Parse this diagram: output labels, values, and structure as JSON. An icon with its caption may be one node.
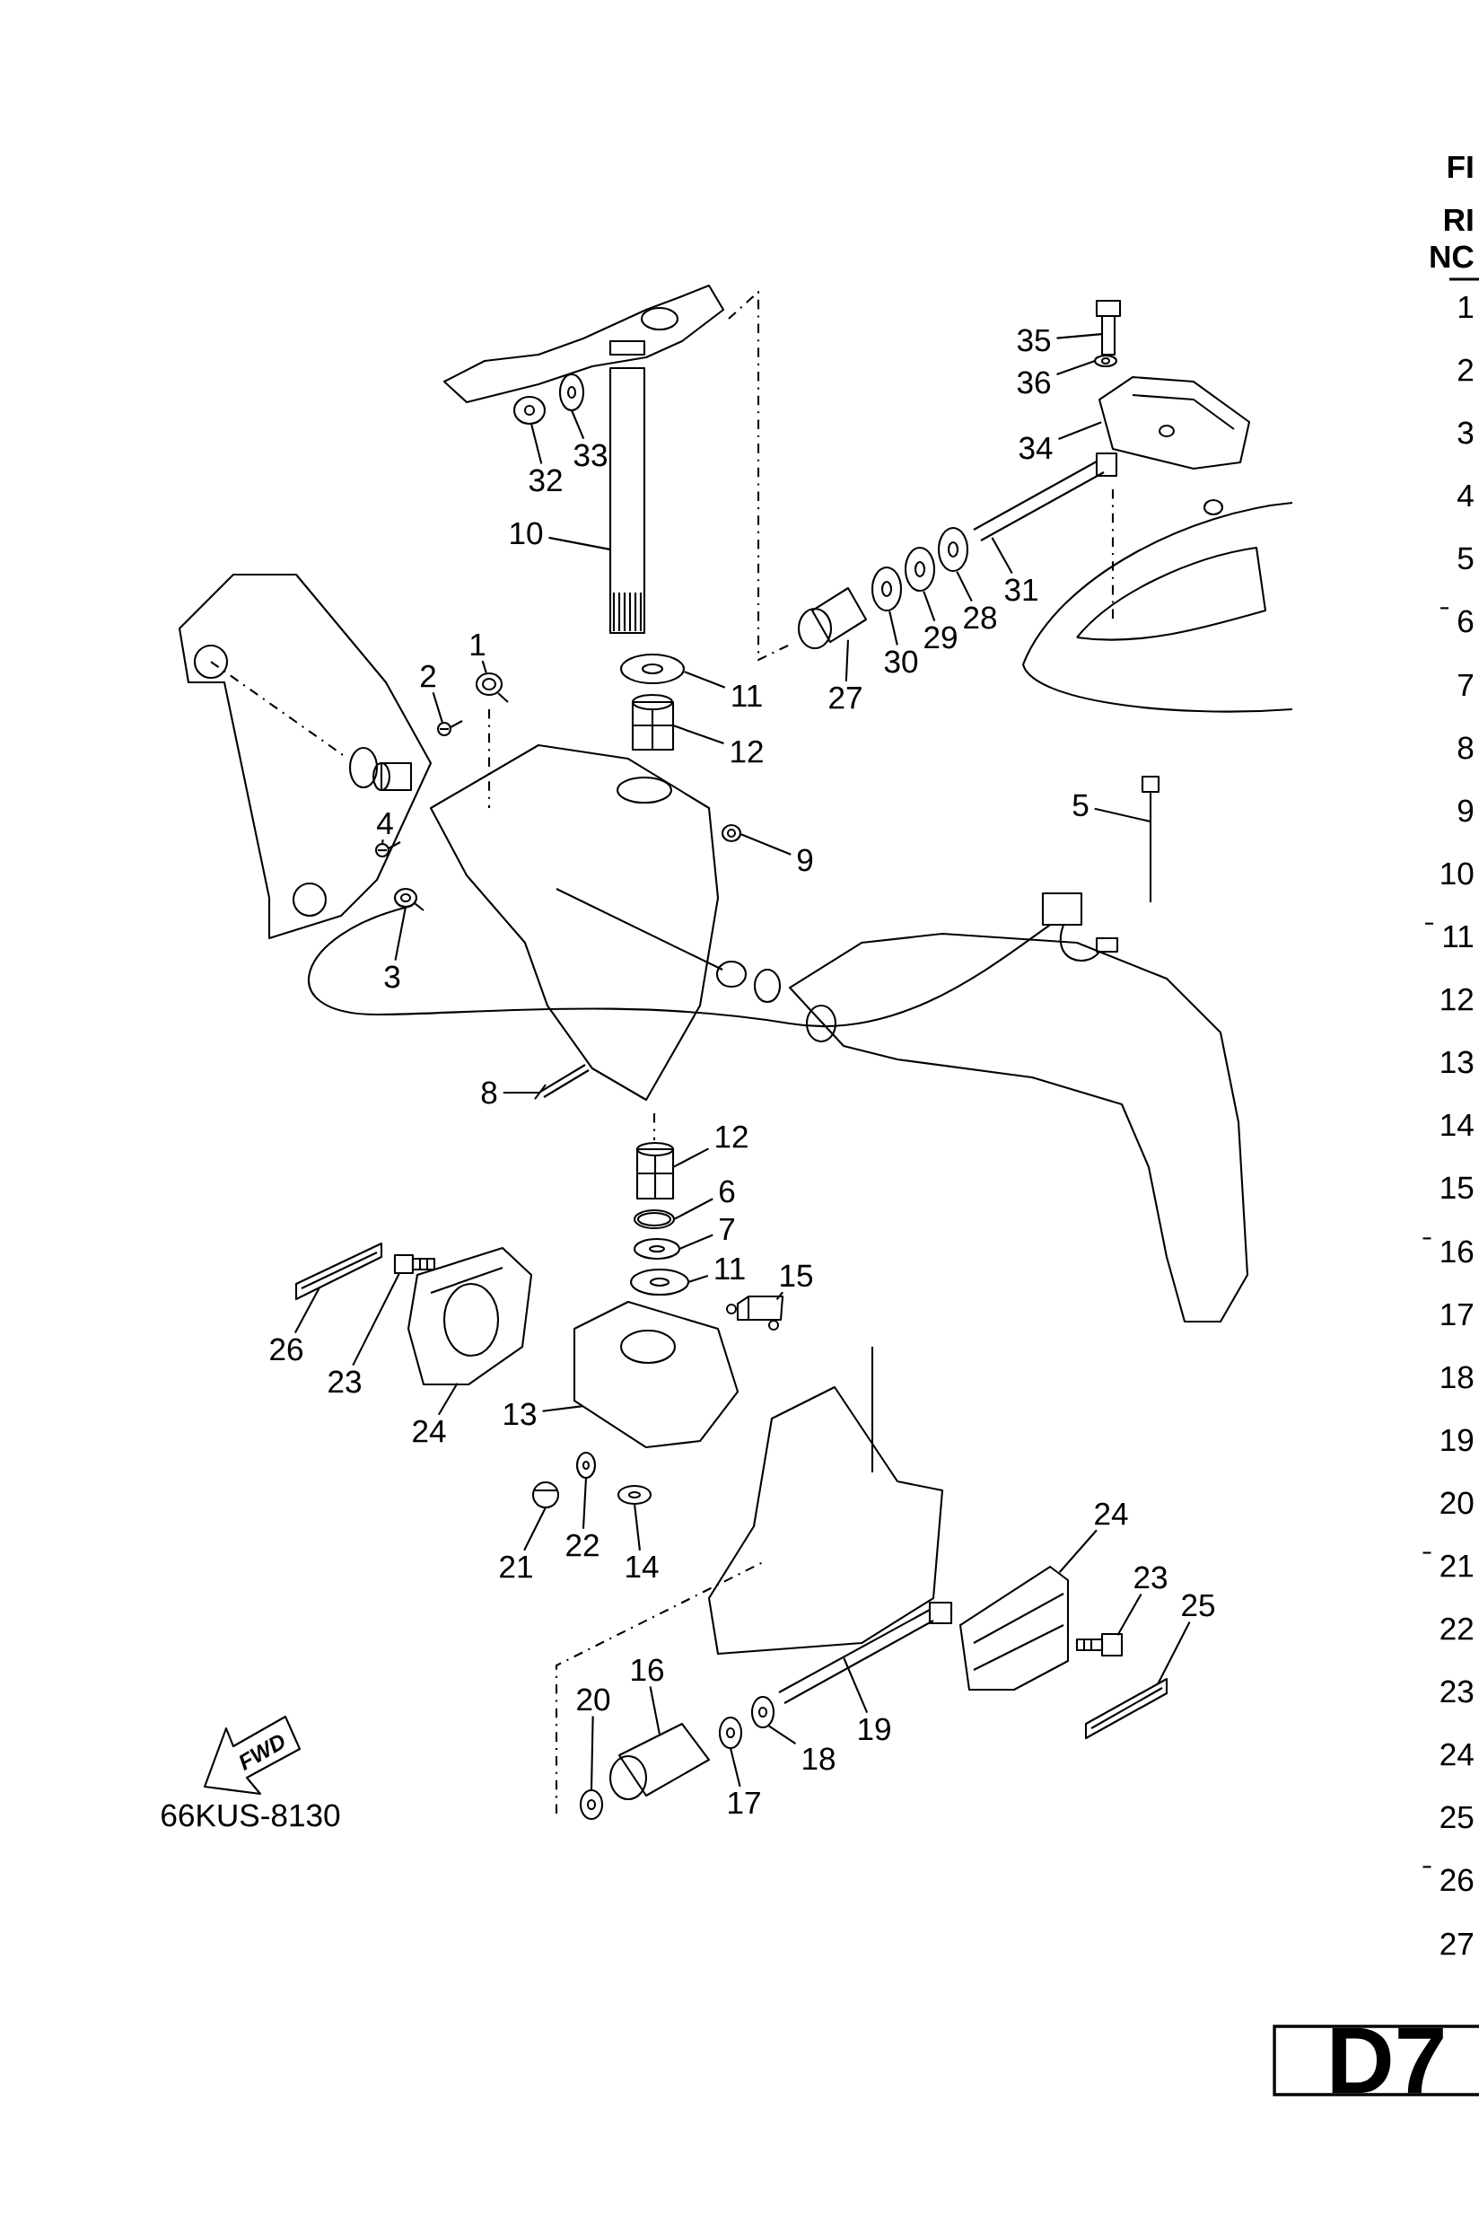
{
  "diagram": {
    "nodes": [
      {
        "text": [
          "35"
        ]
      },
      {
        "text": [
          "36"
        ]
      },
      {
        "text": [
          "34"
        ]
      },
      {
        "text": [
          "33"
        ]
      },
      {
        "text": [
          "32"
        ]
      },
      {
        "text": [
          "10"
        ]
      },
      {
        "text": [
          "31"
        ]
      },
      {
        "text": [
          "28"
        ]
      },
      {
        "text": [
          "29"
        ]
      },
      {
        "text": [
          "30"
        ]
      },
      {
        "text": [
          "1"
        ]
      },
      {
        "text": [
          "2"
        ]
      },
      {
        "text": [
          "11"
        ]
      },
      {
        "text": [
          "27"
        ]
      },
      {
        "text": [
          "12"
        ]
      },
      {
        "text": [
          "5"
        ]
      },
      {
        "text": [
          "4"
        ]
      },
      {
        "text": [
          "9"
        ]
      },
      {
        "text": [
          "3"
        ]
      },
      {
        "text": [
          "8"
        ]
      },
      {
        "text": [
          "12"
        ]
      },
      {
        "text": [
          "6"
        ]
      },
      {
        "text": [
          "7"
        ]
      },
      {
        "text": [
          "11"
        ]
      },
      {
        "text": [
          "15"
        ]
      },
      {
        "text": [
          "26"
        ]
      },
      {
        "text": [
          "23"
        ]
      },
      {
        "text": [
          "24"
        ]
      },
      {
        "text": [
          "13"
        ]
      },
      {
        "text": [
          "22"
        ]
      },
      {
        "text": [
          "21"
        ]
      },
      {
        "text": [
          "14"
        ]
      },
      {
        "text": [
          "24"
        ]
      },
      {
        "text": [
          "19"
        ]
      },
      {
        "text": [
          "23"
        ]
      },
      {
        "text": [
          "25"
        ]
      },
      {
        "text": [
          "16"
        ]
      },
      {
        "text": [
          "20"
        ]
      },
      {
        "text": [
          "18"
        ]
      },
      {
        "text": [
          "17"
        ]
      },
      {
        "text": [],
        "shape": "picture"
      },
      {
        "text": [],
        "shape": "picture"
      },
      {
        "text": [],
        "shape": "picture"
      },
      {
        "text": [],
        "shape": "picture"
      },
      {
        "text": [],
        "shape": "picture"
      },
      {
        "text": [],
        "shape": "picture"
      },
      {
        "text": [],
        "shape": "picture"
      },
      {
        "text": [],
        "shape": "picture"
      },
      {
        "text": [],
        "shape": "picture"
      },
      {
        "text": [],
        "shape": "picture"
      },
      {
        "text": [],
        "shape": "picture"
      },
      {
        "text": [],
        "shape": "picture"
      },
      {
        "text": [],
        "shape": "picture"
      },
      {
        "text": [],
        "shape": "picture"
      },
      {
        "text": [],
        "shape": "picture"
      },
      {
        "text": [],
        "shape": "picture"
      },
      {
        "text": [],
        "shape": "picture"
      },
      {
        "text": [],
        "shape": "picture"
      },
      {
        "text": [],
        "shape": "picture"
      },
      {
        "text": [],
        "shape": "picture"
      },
      {
        "text": [],
        "shape": "picture"
      },
      {
        "text": [],
        "shape": "picture"
      },
      {
        "text": [],
        "shape": "picture"
      },
      {
        "text": [],
        "shape": "picture"
      },
      {
        "text": [],
        "shape": "picture"
      },
      {
        "text": [],
        "shape": "picture"
      },
      {
        "text": [],
        "shape": "picture"
      },
      {
        "text": [],
        "shape": "picture"
      },
      {
        "text": [],
        "shape": "picture"
      },
      {
        "text": [],
        "shape": "picture"
      },
      {
        "text": [],
        "shape": "picture"
      },
      {
        "text": [],
        "shape": "picture"
      },
      {
        "text": [],
        "shape": "picture"
      },
      {
        "text": [],
        "shape": "picture"
      },
      {
        "text": [],
        "shape": "picture"
      },
      {
        "text": [],
        "shape": "picture"
      },
      {
        "text": [],
        "shape": "picture"
      },
      {
        "text": [],
        "shape": "picture"
      },
      {
        "text": [],
        "shape": "picture"
      },
      {
        "text": [],
        "shape": "picture"
      }
    ],
    "edges": [
      {
        "from": 0,
        "to": 40,
        "arrow": "none"
      },
      {
        "from": 1,
        "to": 41,
        "arrow": "none"
      },
      {
        "from": 2,
        "to": 42,
        "arrow": "none"
      },
      {
        "from": 3,
        "to": 43,
        "arrow": "none"
      },
      {
        "from": 4,
        "to": 44,
        "arrow": "none"
      },
      {
        "from": 5,
        "to": 45,
        "arrow": "none"
      },
      {
        "from": 6,
        "to": 46,
        "arrow": "none"
      },
      {
        "from": 7,
        "to": 47,
        "arrow": "none"
      },
      {
        "from": 8,
        "to": 48,
        "arrow": "none"
      },
      {
        "from": 9,
        "to": 49,
        "arrow": "none"
      },
      {
        "from": 10,
        "to": 50,
        "arrow": "none"
      },
      {
        "from": 11,
        "to": 51,
        "arrow": "none"
      },
      {
        "from": 12,
        "to": 52,
        "arrow": "none"
      },
      {
        "from": 13,
        "to": 53,
        "arrow": "none"
      },
      {
        "from": 14,
        "to": 54,
        "arrow": "none"
      },
      {
        "from": 15,
        "to": 55,
        "arrow": "none"
      },
      {
        "from": 16,
        "to": 56,
        "arrow": "none"
      },
      {
        "from": 17,
        "to": 57,
        "arrow": "none"
      },
      {
        "from": 18,
        "to": 58,
        "arrow": "none"
      },
      {
        "from": 19,
        "to": 59,
        "arrow": "none"
      },
      {
        "from": 20,
        "to": 60,
        "arrow": "none"
      },
      {
        "from": 21,
        "to": 61,
        "arrow": "none"
      },
      {
        "from": 22,
        "to": 62,
        "arrow": "none"
      },
      {
        "from": 23,
        "to": 63,
        "arrow": "none"
      },
      {
        "from": 24,
        "to": 64,
        "arrow": "none"
      },
      {
        "from": 25,
        "to": 65,
        "arrow": "none"
      },
      {
        "from": 26,
        "to": 66,
        "arrow": "none"
      },
      {
        "from": 27,
        "to": 67,
        "arrow": "none"
      },
      {
        "from": 28,
        "to": 68,
        "arrow": "none"
      },
      {
        "from": 29,
        "to": 69,
        "arrow": "none"
      },
      {
        "from": 30,
        "to": 70,
        "arrow": "none"
      },
      {
        "from": 31,
        "to": 71,
        "arrow": "none"
      },
      {
        "from": 32,
        "to": 72,
        "arrow": "none"
      },
      {
        "from": 33,
        "to": 73,
        "arrow": "none"
      },
      {
        "from": 34,
        "to": 74,
        "arrow": "none"
      },
      {
        "from": 35,
        "to": 75,
        "arrow": "none"
      },
      {
        "from": 36,
        "to": 76,
        "arrow": "none"
      },
      {
        "from": 37,
        "to": 77,
        "arrow": "none"
      },
      {
        "from": 38,
        "to": 78,
        "arrow": "none"
      },
      {
        "from": 39,
        "to": 79,
        "arrow": "none"
      }
    ],
    "labels": [
      "66KUS-8130",
      "FWD",
      "D7",
      "FI",
      "RI",
      "NC",
      "1",
      "2",
      "3",
      "4",
      "5",
      "6",
      "7",
      "8",
      "9",
      "10",
      "11",
      "12",
      "13",
      "14",
      "15",
      "16",
      "17",
      "18",
      "19",
      "20",
      "21",
      "22",
      "23",
      "24",
      "25",
      "26",
      "27"
    ]
  }
}
